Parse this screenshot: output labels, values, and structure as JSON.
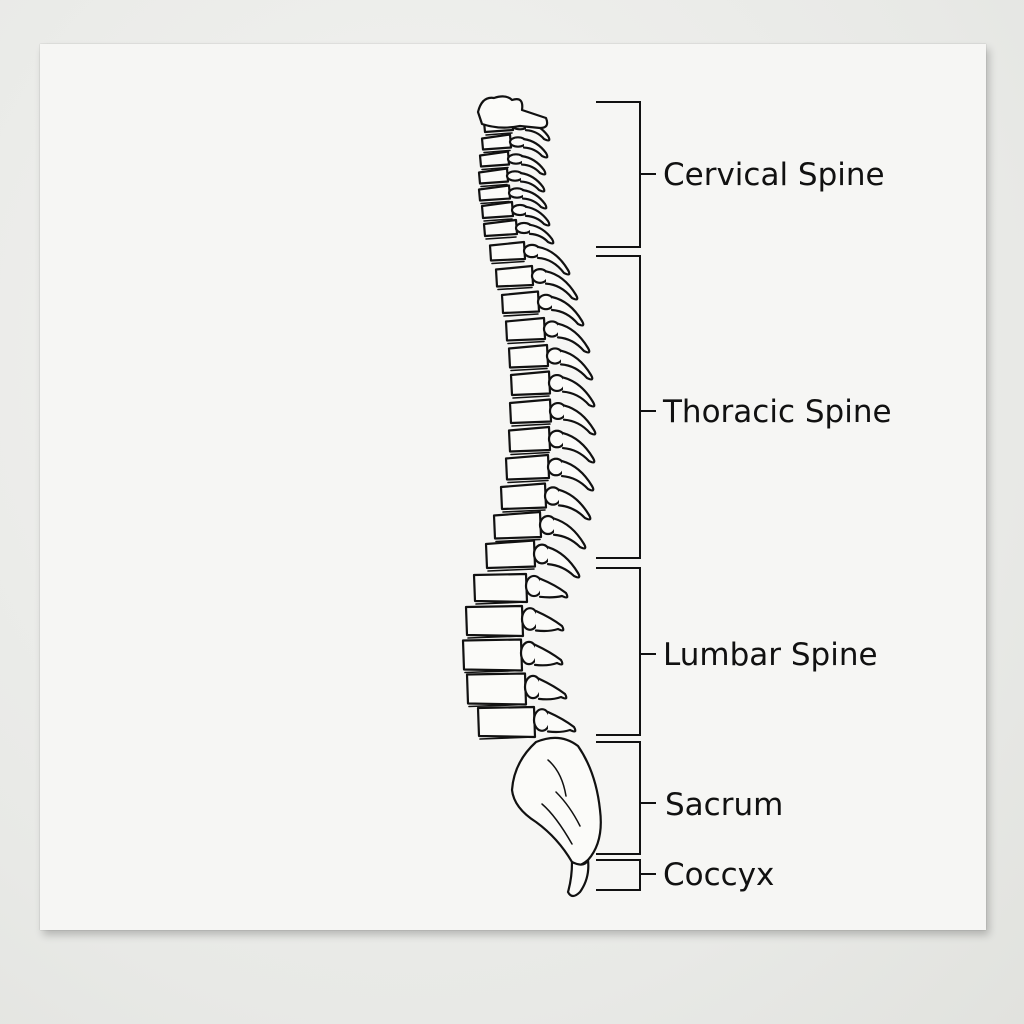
{
  "regions": [
    {
      "key": "cervical",
      "label": "Cervical Spine"
    },
    {
      "key": "thoracic",
      "label": "Thoracic Spine"
    },
    {
      "key": "lumbar",
      "label": "Lumbar Spine"
    },
    {
      "key": "sacrum",
      "label": "Sacrum"
    },
    {
      "key": "coccyx",
      "label": "Coccyx"
    }
  ],
  "colors": {
    "ink": "#111111",
    "paper": "#f6f6f4",
    "wall": "#e9eae7"
  }
}
